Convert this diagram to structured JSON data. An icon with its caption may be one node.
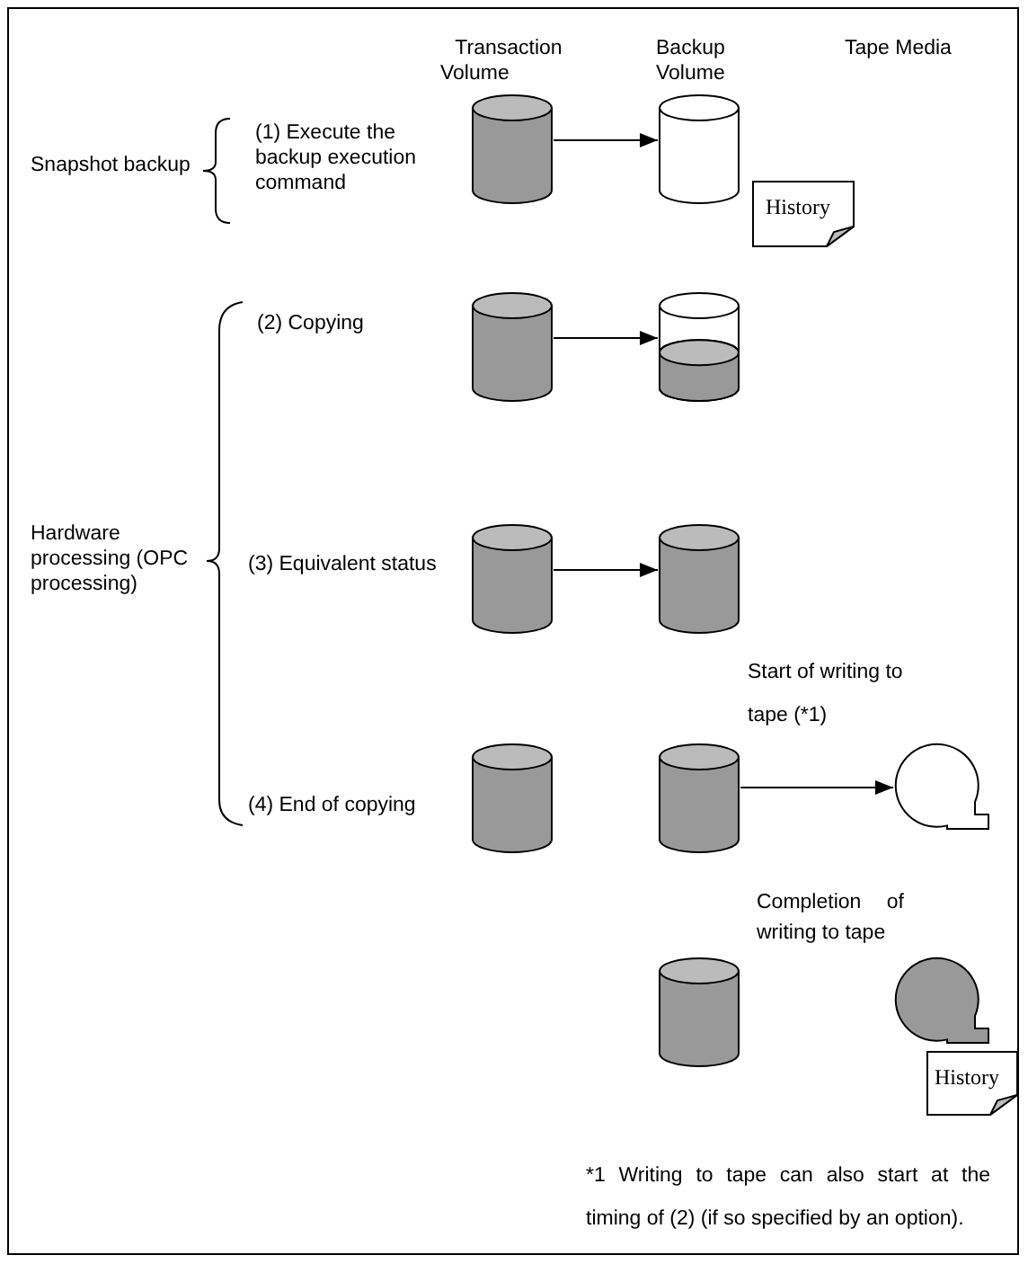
{
  "diagram": {
    "nodes": [
      {
        "text": [],
        "shape": "cylinder"
      },
      {
        "text": [],
        "shape": "cylinder"
      },
      {
        "text": [
          "History"
        ]
      },
      {
        "text": [],
        "shape": "cylinder"
      },
      {
        "text": [],
        "shape": "cylinder"
      },
      {
        "text": [],
        "shape": "cylinder"
      },
      {
        "text": [],
        "shape": "cylinder"
      },
      {
        "text": [],
        "shape": "cylinder"
      },
      {
        "text": [],
        "shape": "cylinder"
      },
      {
        "text": [],
        "shape": "circle"
      },
      {
        "text": [],
        "shape": "cylinder"
      },
      {
        "text": [],
        "shape": "circle"
      },
      {
        "text": [
          "History"
        ]
      }
    ],
    "edges": [
      {
        "from": 0,
        "to": 1,
        "arrow": "to"
      },
      {
        "from": 3,
        "to": 4,
        "arrow": "to"
      },
      {
        "from": 5,
        "to": 6,
        "arrow": "to"
      },
      {
        "from": 8,
        "to": 9,
        "arrow": "to"
      }
    ],
    "labels": [
      "Transaction Volume",
      "Backup Volume",
      "Tape Media",
      "Snapshot backup",
      "(1) Execute the backup execution command",
      "(2) Copying",
      "Hardware processing (OPC processing)",
      "(3) Equivalent status",
      "Start of writing to tape (*1)",
      "(4) End of copying",
      "Completion of writing to tape",
      "*1 Writing to tape can also start at the timing of (2) (if so specified by an option)."
    ]
  }
}
